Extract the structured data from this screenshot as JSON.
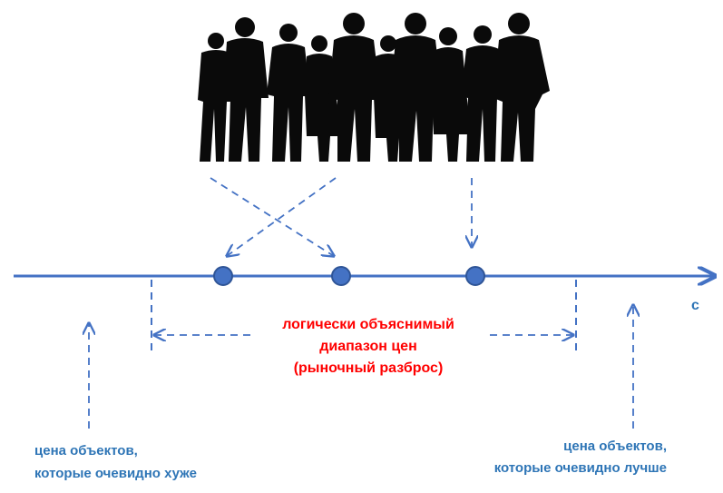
{
  "axis": {
    "label": "с"
  },
  "range_label": {
    "line1": "логически объяснимый",
    "line2": "диапазон цен",
    "line3": "(рыночный разброс)"
  },
  "left_note": {
    "line1": "цена объектов,",
    "line2": "которые очевидно хуже"
  },
  "right_note": {
    "line1": "цена объектов,",
    "line2": "которые очевидно лучше"
  },
  "colors": {
    "axis": "#4472C4",
    "marker_fill": "#4472C4",
    "marker_stroke": "#2F5597",
    "text_blue": "#2E75B6",
    "text_red": "#FF0000",
    "silhouette": "#0a0a0a"
  },
  "icons": {
    "crowd": "people-crowd-silhouette"
  }
}
